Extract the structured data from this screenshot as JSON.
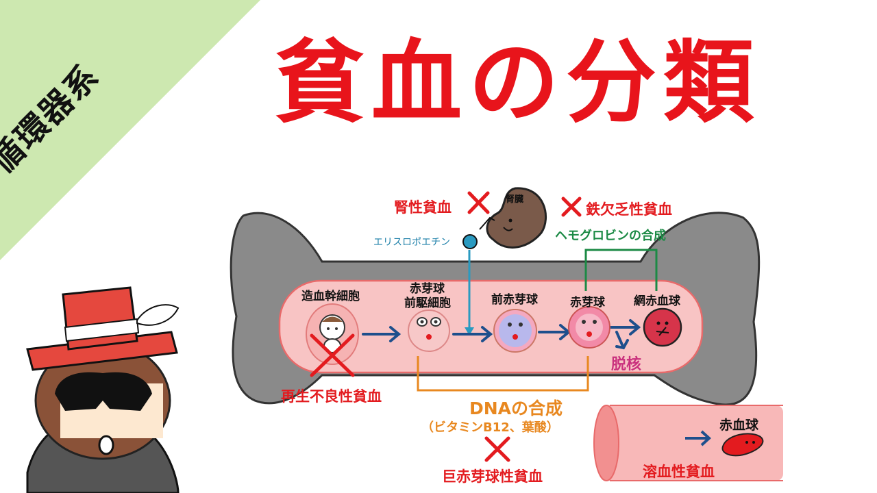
{
  "corner": {
    "label": "循環器系",
    "bg_color": "#cde8b0"
  },
  "title": "貧血の分類",
  "cells": {
    "stem": "造血幹細胞",
    "proeryth_line1": "赤芽球",
    "proeryth_line2": "前駆細胞",
    "pro": "前赤芽球",
    "erythroblast": "赤芽球",
    "reticulocyte": "網赤血球"
  },
  "labels": {
    "renal_anemia": "腎性貧血",
    "kidney": "腎臓",
    "erythropoietin": "エリスロポエチン",
    "iron_anemia": "鉄欠乏性貧血",
    "hemoglobin": "ヘモグロビンの合成",
    "enucleation": "脱核",
    "aplastic": "再生不良性貧血",
    "dna": "DNAの合成",
    "vitamin": "（ビタミンB12、葉酸）",
    "megaloblastic": "巨赤芽球性貧血",
    "rbc": "赤血球",
    "hemolytic": "溶血性貧血"
  },
  "colors": {
    "title": "#e8141b",
    "bone": "#8a8a8a",
    "marrow": "#f8c4c4",
    "arrow": "#1e4f8c",
    "cross": "#e31b1f",
    "green_line": "#1c8a45",
    "orange_line": "#e88820",
    "epo_line": "#2a9ac0"
  },
  "icons": [
    "cross-icon",
    "kidney-icon",
    "erythropoietin-icon",
    "character-icon",
    "red-blood-cell-icon",
    "blood-vessel-icon"
  ]
}
